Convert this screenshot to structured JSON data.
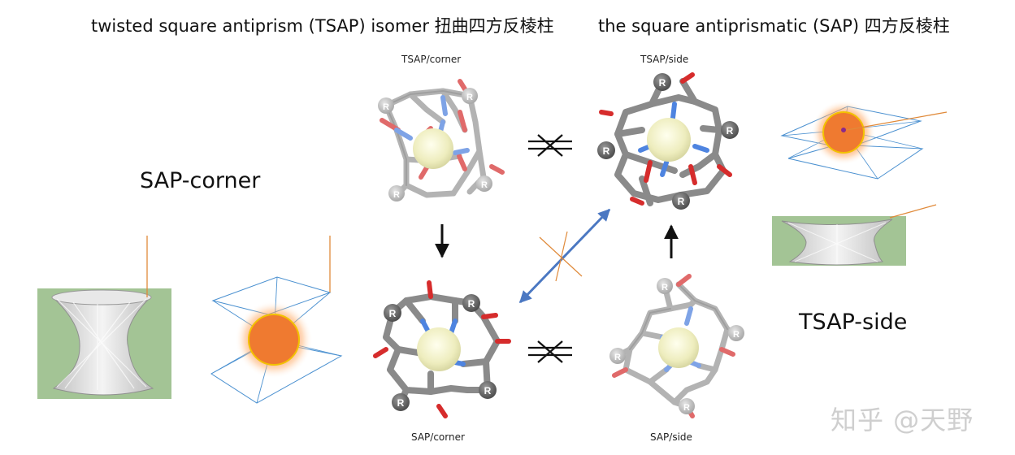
{
  "headers": {
    "tsap": "twisted square antiprism (TSAP) isomer 扭曲四方反棱柱",
    "sap": "the square antiprismatic (SAP) 四方反棱柱"
  },
  "side_labels": {
    "sap_corner": "SAP-corner",
    "tsap_side": "TSAP-side"
  },
  "structures": [
    {
      "id": "tsap-corner",
      "label": "TSAP/corner"
    },
    {
      "id": "tsap-side",
      "label": "TSAP/side"
    },
    {
      "id": "sap-corner",
      "label": "SAP/corner"
    },
    {
      "id": "sap-side",
      "label": "SAP/side"
    }
  ],
  "substituent": "R",
  "watermark": "知乎 @天野",
  "colors": {
    "metal": "#f1f0c4",
    "nitrogen": "#5b8fe0",
    "oxygen": "#d9363e",
    "carbon": "#a7a7a7",
    "r_group": "#6a6a6a",
    "panel_green": "#a3c495",
    "sphere_orange": "#ef7a30",
    "arrow_blue": "#4b78c2",
    "wire_blue": "#4a90d0",
    "line_orange": "#e08a3a"
  }
}
